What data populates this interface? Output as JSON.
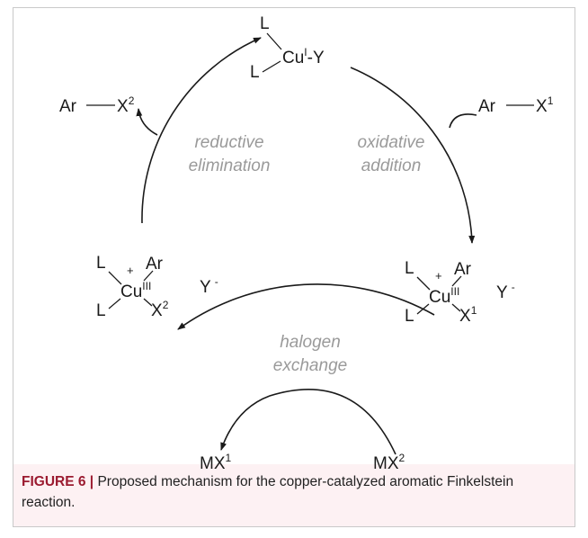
{
  "diagram": {
    "top_complex": {
      "ligand_upper": "L",
      "ligand_lower": "L",
      "metal": "Cu",
      "oxidation": "I",
      "anion": "-Y"
    },
    "left_complex": {
      "ligand_upper": "L",
      "ligand_lower": "L",
      "charge": "+",
      "aryl": "Ar",
      "metal": "Cu",
      "oxidation": "III",
      "halide": "X",
      "halide_index": "2",
      "counterion": "Y",
      "counterion_charge": "-"
    },
    "right_complex": {
      "ligand_upper": "L",
      "ligand_lower": "L",
      "charge": "+",
      "aryl": "Ar",
      "metal": "Cu",
      "oxidation": "III",
      "halide": "X",
      "halide_index": "1",
      "counterion": "Y",
      "counterion_charge": "-"
    },
    "reactant": {
      "aryl": "Ar",
      "halide": "X",
      "index": "1"
    },
    "product": {
      "aryl": "Ar",
      "halide": "X",
      "index": "2"
    },
    "salt_in": {
      "formula": "MX",
      "index": "2"
    },
    "salt_out": {
      "formula": "MX",
      "index": "1"
    },
    "steps": {
      "oxidative_addition": [
        "oxidative",
        "addition"
      ],
      "reductive_elimination": [
        "reductive",
        "elimination"
      ],
      "halogen_exchange": [
        "halogen",
        "exchange"
      ]
    }
  },
  "caption": {
    "label": "FIGURE 6 |",
    "text": " Proposed mechanism for the copper-catalyzed aromatic Finkelstein reaction."
  }
}
